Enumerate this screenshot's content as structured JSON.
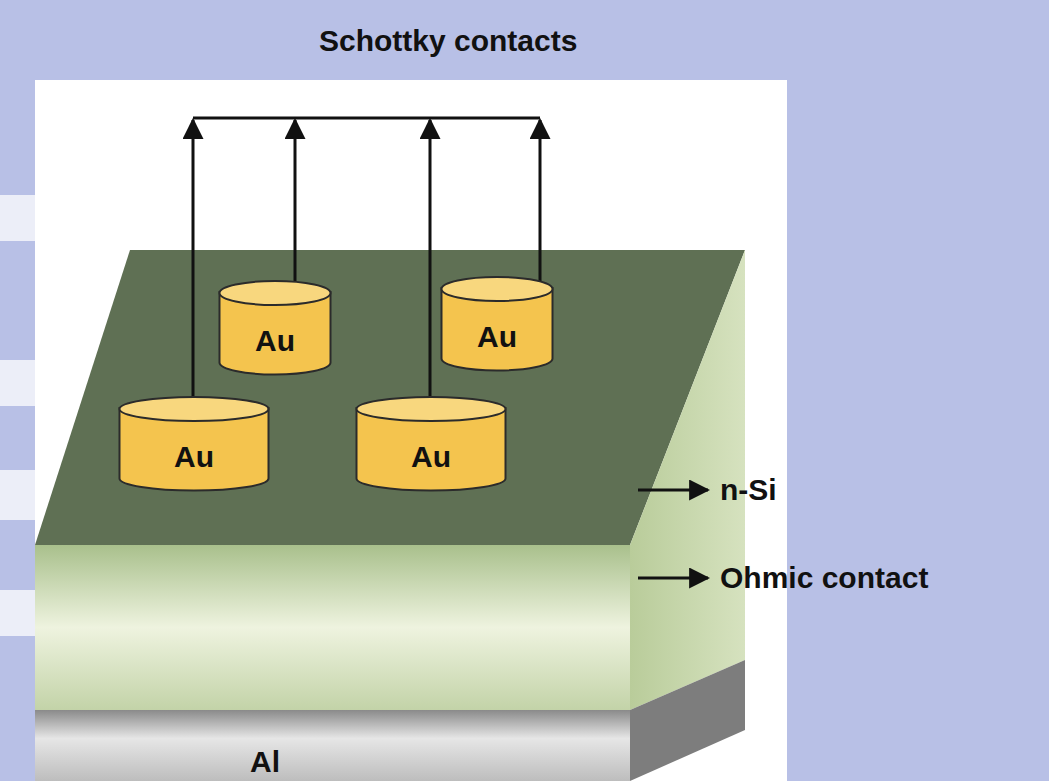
{
  "diagram": {
    "title": "Schottky contacts",
    "nodes": [
      {
        "text": [
          "Au"
        ]
      },
      {
        "text": [
          "Au"
        ]
      },
      {
        "text": [
          "Au"
        ]
      },
      {
        "text": [
          "Au"
        ]
      },
      {
        "text": [
          "Al"
        ]
      }
    ],
    "labels": [
      "n-Si",
      "Ohmic contact"
    ]
  }
}
